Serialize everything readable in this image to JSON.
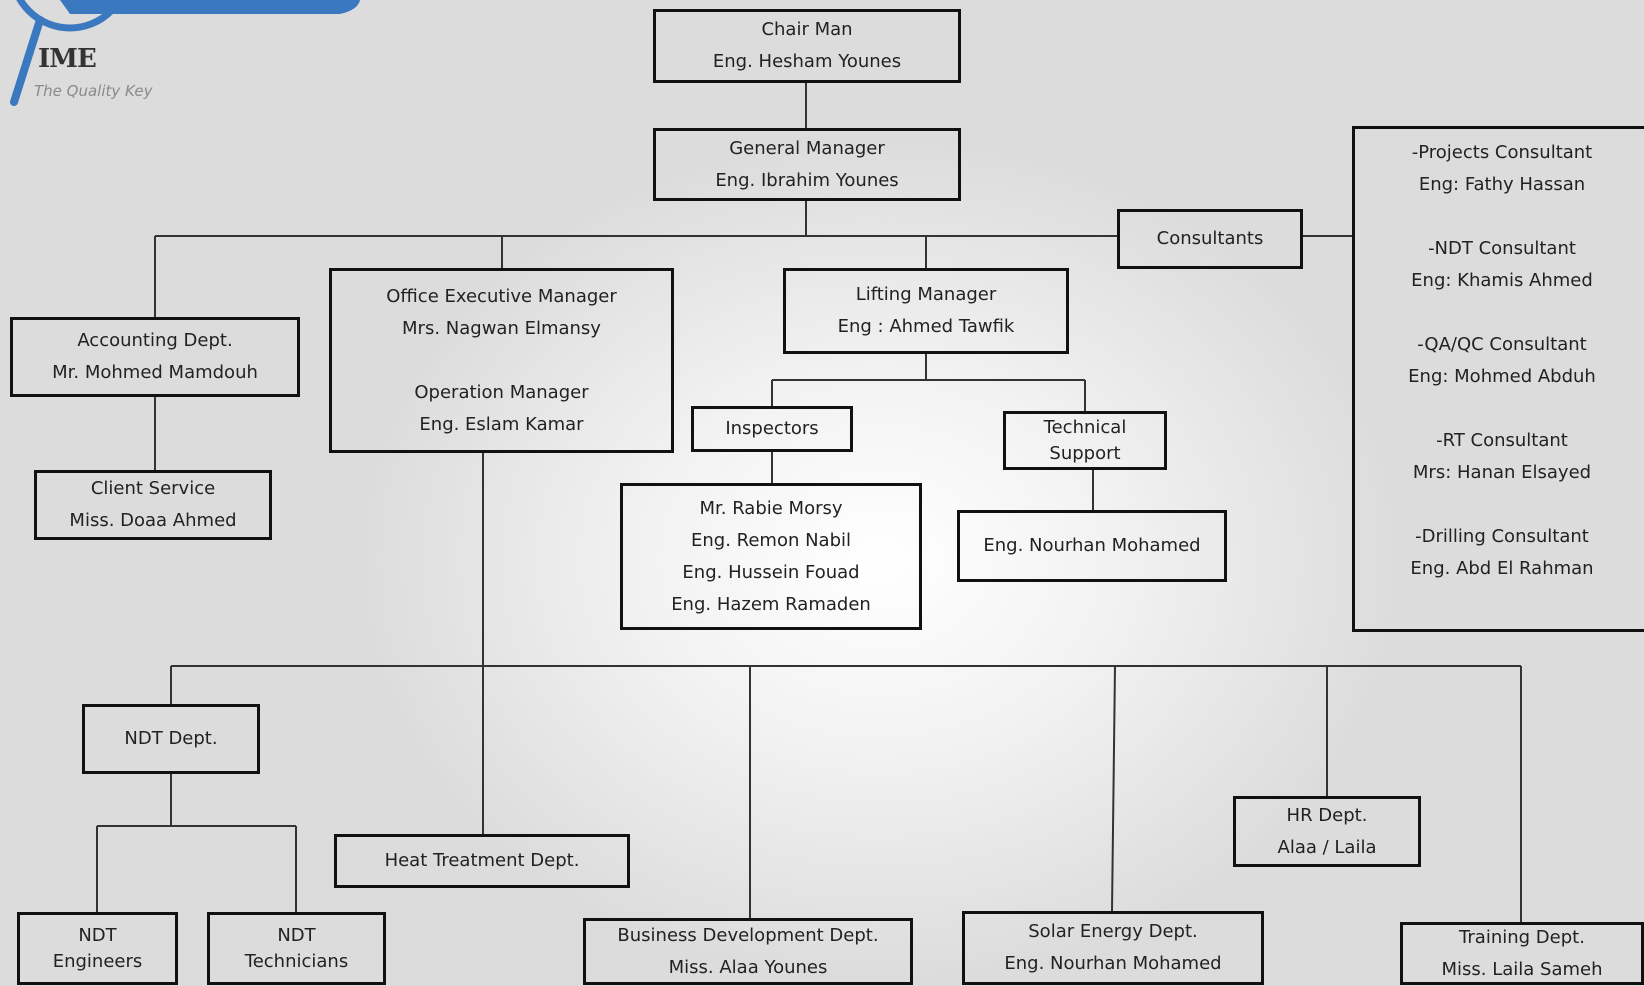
{
  "logo": {
    "name": "IME",
    "tagline": "The Quality Key"
  },
  "chair": {
    "title": "Chair Man",
    "name": "Eng. Hesham Younes"
  },
  "general_manager": {
    "title": "General Manager",
    "name": "Eng. Ibrahim Younes"
  },
  "consultants": {
    "label": "Consultants",
    "items": [
      {
        "title": "-Projects Consultant",
        "name": "Eng: Fathy Hassan"
      },
      {
        "title": "-NDT Consultant",
        "name": "Eng: Khamis Ahmed"
      },
      {
        "title": "-QA/QC Consultant",
        "name": "Eng: Mohmed Abduh"
      },
      {
        "title": "-RT Consultant",
        "name": "Mrs: Hanan Elsayed"
      },
      {
        "title": "-Drilling Consultant",
        "name": "Eng. Abd El Rahman"
      }
    ]
  },
  "accounting": {
    "title": "Accounting Dept.",
    "name": "Mr. Mohmed Mamdouh"
  },
  "client_service": {
    "title": "Client Service",
    "name": "Miss. Doaa Ahmed"
  },
  "office": {
    "title1": "Office Executive Manager",
    "name1": "Mrs. Nagwan Elmansy",
    "title2": "Operation Manager",
    "name2": "Eng. Eslam Kamar"
  },
  "lifting": {
    "title": "Lifting Manager",
    "name": "Eng : Ahmed Tawfik"
  },
  "inspectors": {
    "label": "Inspectors",
    "names": [
      "Mr. Rabie Morsy",
      "Eng. Remon Nabil",
      "Eng. Hussein Fouad",
      "Eng. Hazem Ramaden"
    ]
  },
  "tech_support": {
    "line1": "Technical",
    "line2": "Support",
    "name": "Eng. Nourhan Mohamed"
  },
  "ndt": {
    "label": "NDT Dept.",
    "engineers": {
      "line1": "NDT",
      "line2": "Engineers"
    },
    "technicians": {
      "line1": "NDT",
      "line2": "Technicians"
    }
  },
  "heat_treatment": {
    "label": "Heat Treatment Dept."
  },
  "business_dev": {
    "title": "Business Development Dept.",
    "name": "Miss. Alaa Younes"
  },
  "solar": {
    "title": "Solar Energy Dept.",
    "name": "Eng. Nourhan Mohamed"
  },
  "hr": {
    "title": "HR Dept.",
    "name": "Alaa / Laila"
  },
  "training": {
    "title": "Training Dept.",
    "name": "Miss. Laila Sameh"
  },
  "colors": {
    "line": "#333333",
    "border": "#111111",
    "text": "#222222",
    "logo_blue": "#3a78c0"
  }
}
